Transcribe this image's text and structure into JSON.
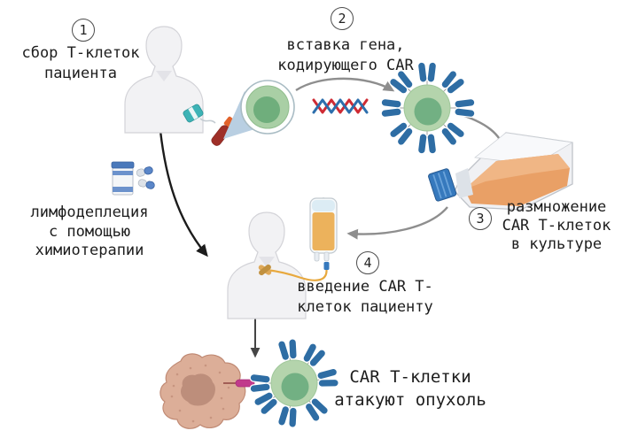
{
  "diagram": {
    "steps": [
      {
        "number": "1",
        "line1": "сбор Т-клеток",
        "line2": "пациента"
      },
      {
        "number": "2",
        "line1": "вставка гена,",
        "line2": "кодирующего CAR"
      },
      {
        "number": "3",
        "line1": "размножение",
        "line2": "CAR Т-клеток",
        "line3": "в культуре"
      },
      {
        "number": "4",
        "line1": "введение CAR Т-",
        "line2": "клеток пациенту"
      }
    ],
    "chemo_note": {
      "line1": "лимфодеплеция",
      "line2": "с помощью",
      "line3": "химиотерапии"
    },
    "outcome": {
      "line1": "CAR Т-клетки",
      "line2": "атакуют опухоль"
    },
    "colors": {
      "t_cell_body": "#b4d4ac",
      "t_cell_nucleus": "#72b083",
      "car_receptor": "#2e6da4",
      "dna_red": "#cf2b34",
      "dna_blue": "#2d6fad",
      "flask_liquid": "#e9a066",
      "flask_cap": "#3679bd",
      "iv_bag_liquid": "#ecb25c",
      "iv_tube": "#e8a93e",
      "tumor_body": "#dcae98",
      "tumor_nucleus": "#bd8e7b",
      "antigen": "#c13a8c",
      "blood_tube": "#9e2f28",
      "apheresis_device": "#3db3b6",
      "arrow_gray": "#8e8e8e",
      "arrow_black": "#1c1c1c",
      "silhouette": "#f2f2f4"
    }
  }
}
